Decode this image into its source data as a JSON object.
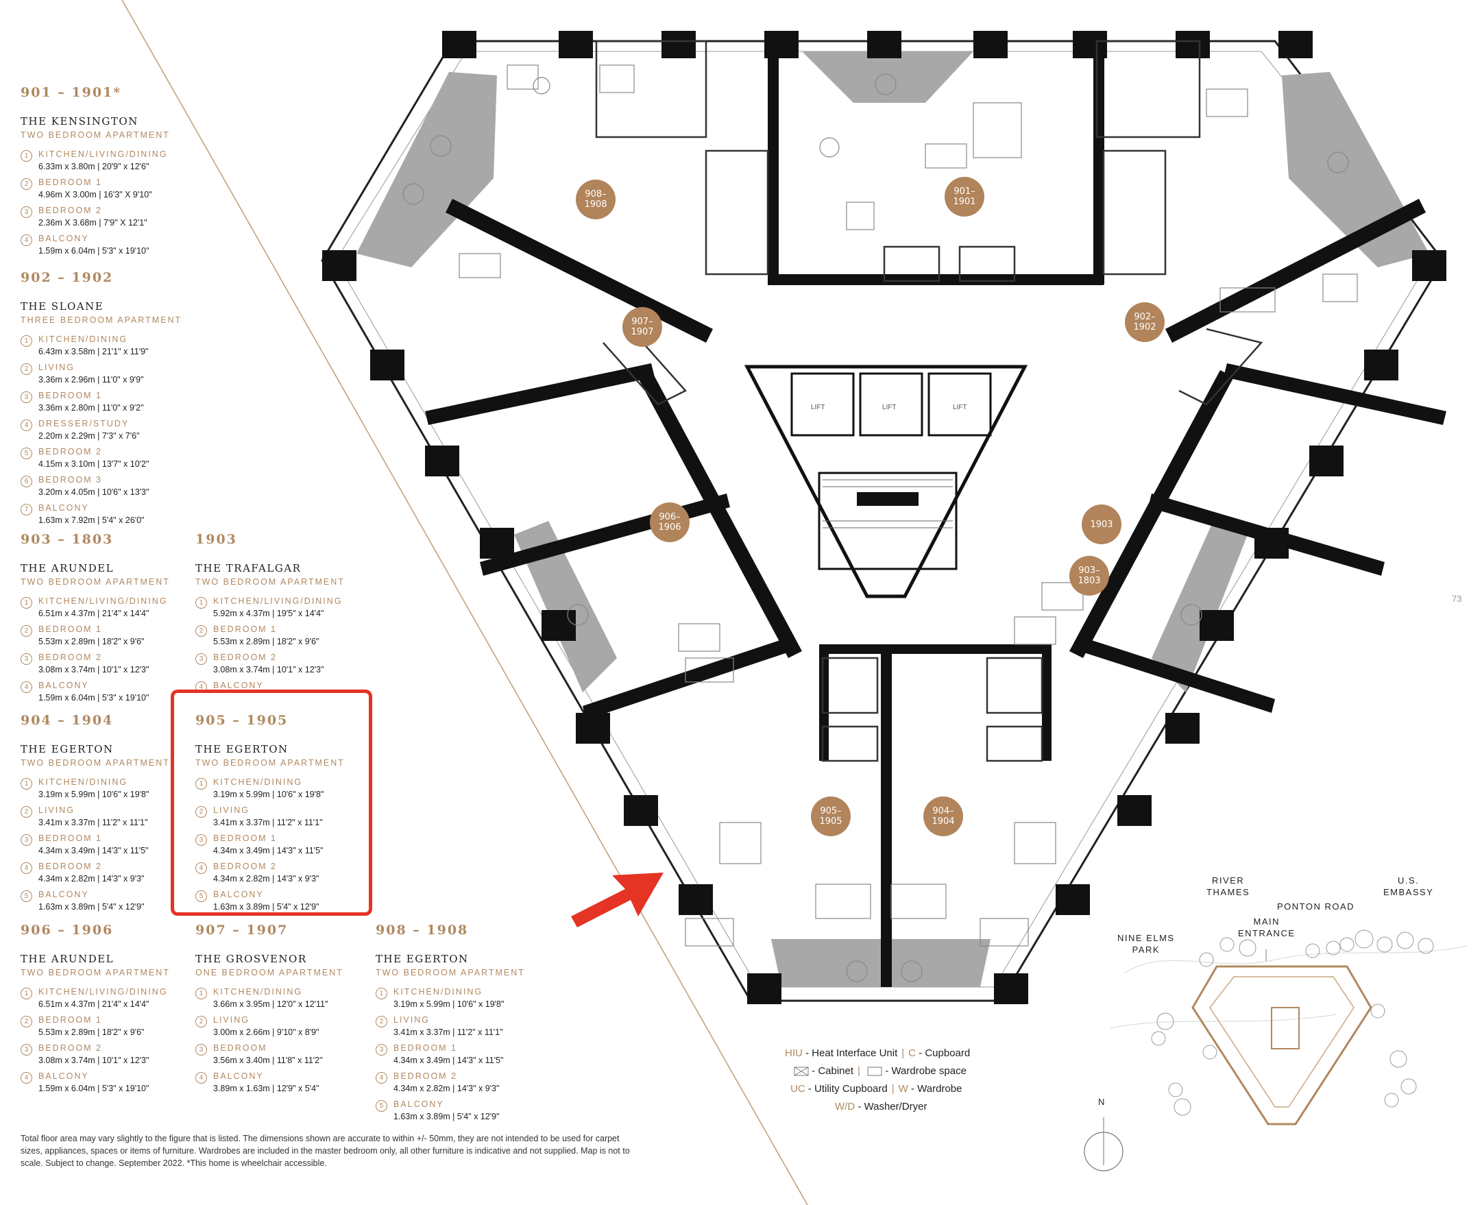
{
  "colors": {
    "accent": "#b08860",
    "badge": "#b1845b",
    "highlight": "#e53324",
    "balcony": "#a8a8a8",
    "wall": "#111111"
  },
  "units": [
    {
      "range": "901 – 1901*",
      "name": "THE KENSINGTON",
      "type": "TWO BEDROOM APARTMENT",
      "rooms": [
        {
          "num": "1",
          "label": "KITCHEN/LIVING/DINING",
          "dims": "6.33m x 3.80m  |  20'9\" x 12'6\""
        },
        {
          "num": "2",
          "label": "BEDROOM 1",
          "dims": "4.96m X 3.00m  |  16'3\" X 9'10\""
        },
        {
          "num": "3",
          "label": "BEDROOM 2",
          "dims": "2.36m X 3.68m  |  7'9\" X 12'1\""
        },
        {
          "num": "4",
          "label": "BALCONY",
          "dims": "1.59m x 6.04m  |  5'3\" x 19'10\""
        }
      ]
    },
    {
      "range": "902 – 1902",
      "name": "THE SLOANE",
      "type": "THREE BEDROOM APARTMENT",
      "rooms": [
        {
          "num": "1",
          "label": "KITCHEN/DINING",
          "dims": "6.43m x 3.58m  |  21'1\" x 11'9\""
        },
        {
          "num": "2",
          "label": "LIVING",
          "dims": "3.36m x 2.96m  |  11'0\" x 9'9\""
        },
        {
          "num": "3",
          "label": "BEDROOM 1",
          "dims": "3.36m x 2.80m  |  11'0\" x 9'2\""
        },
        {
          "num": "4",
          "label": "DRESSER/STUDY",
          "dims": "2.20m x 2.29m  |  7'3\" x 7'6\""
        },
        {
          "num": "5",
          "label": "BEDROOM 2",
          "dims": "4.15m x 3.10m  |  13'7\" x 10'2\""
        },
        {
          "num": "6",
          "label": "BEDROOM 3",
          "dims": "3.20m x 4.05m  |  10'6\" x 13'3\""
        },
        {
          "num": "7",
          "label": "BALCONY",
          "dims": "1.63m x 7.92m  |  5'4\" x 26'0\""
        }
      ]
    },
    {
      "range": "903 – 1803",
      "name": "THE ARUNDEL",
      "type": "TWO BEDROOM APARTMENT",
      "rooms": [
        {
          "num": "1",
          "label": "KITCHEN/LIVING/DINING",
          "dims": "6.51m x 4.37m  |  21'4\" x 14'4\""
        },
        {
          "num": "2",
          "label": "BEDROOM 1",
          "dims": "5.53m x 2.89m  |  18'2\" x 9'6\""
        },
        {
          "num": "3",
          "label": "BEDROOM 2",
          "dims": "3.08m x 3.74m  |  10'1\" x 12'3\""
        },
        {
          "num": "4",
          "label": "BALCONY",
          "dims": "1.59m x 6.04m  |  5'3\" x 19'10\""
        }
      ]
    },
    {
      "range": "1903",
      "name": "THE TRAFALGAR",
      "type": "TWO BEDROOM APARTMENT",
      "rooms": [
        {
          "num": "1",
          "label": "KITCHEN/LIVING/DINING",
          "dims": "5.92m x 4.37m  |  19'5\" x 14'4\""
        },
        {
          "num": "2",
          "label": "BEDROOM 1",
          "dims": "5.53m x 2.89m  |  18'2\" x 9'6\""
        },
        {
          "num": "3",
          "label": "BEDROOM 2",
          "dims": "3.08m x 3.74m  |  10'1\" x 12'3\""
        },
        {
          "num": "4",
          "label": "BALCONY",
          "dims": ""
        }
      ]
    },
    {
      "range": "904 – 1904",
      "name": "THE EGERTON",
      "type": "TWO BEDROOM APARTMENT",
      "rooms": [
        {
          "num": "1",
          "label": "KITCHEN/DINING",
          "dims": "3.19m x 5.99m  |  10'6\" x 19'8\""
        },
        {
          "num": "2",
          "label": "LIVING",
          "dims": "3.41m x 3.37m  |  11'2\" x 11'1\""
        },
        {
          "num": "3",
          "label": "BEDROOM 1",
          "dims": "4.34m x 3.49m  |  14'3\" x 11'5\""
        },
        {
          "num": "4",
          "label": "BEDROOM 2",
          "dims": "4.34m x 2.82m  |  14'3\" x 9'3\""
        },
        {
          "num": "5",
          "label": "BALCONY",
          "dims": "1.63m x 3.89m  |  5'4\" x 12'9\""
        }
      ]
    },
    {
      "range": "905 – 1905",
      "name": "THE EGERTON",
      "type": "TWO BEDROOM APARTMENT",
      "rooms": [
        {
          "num": "1",
          "label": "KITCHEN/DINING",
          "dims": "3.19m x 5.99m  |  10'6\" x 19'8\""
        },
        {
          "num": "2",
          "label": "LIVING",
          "dims": "3.41m x 3.37m  |  11'2\" x 11'1\""
        },
        {
          "num": "3",
          "label": "BEDROOM 1",
          "dims": "4.34m x 3.49m  |  14'3\" x 11'5\""
        },
        {
          "num": "4",
          "label": "BEDROOM 2",
          "dims": "4.34m x 2.82m  |  14'3\" x 9'3\""
        },
        {
          "num": "5",
          "label": "BALCONY",
          "dims": "1.63m x 3.89m  |  5'4\" x 12'9\""
        }
      ]
    },
    {
      "range": "906 – 1906",
      "name": "THE ARUNDEL",
      "type": "TWO BEDROOM APARTMENT",
      "rooms": [
        {
          "num": "1",
          "label": "KITCHEN/LIVING/DINING",
          "dims": "6.51m x 4.37m  |  21'4\" x 14'4\""
        },
        {
          "num": "2",
          "label": "BEDROOM 1",
          "dims": "5.53m x 2.89m  |  18'2\" x 9'6\""
        },
        {
          "num": "3",
          "label": "BEDROOM 2",
          "dims": "3.08m x 3.74m  |  10'1\" x 12'3\""
        },
        {
          "num": "4",
          "label": "BALCONY",
          "dims": "1.59m x 6.04m  |  5'3\" x 19'10\""
        }
      ]
    },
    {
      "range": "907 – 1907",
      "name": "THE GROSVENOR",
      "type": "ONE BEDROOM APARTMENT",
      "rooms": [
        {
          "num": "1",
          "label": "KITCHEN/DINING",
          "dims": "3.66m x 3.95m  |  12'0\" x 12'11\""
        },
        {
          "num": "2",
          "label": "LIVING",
          "dims": "3.00m x 2.66m  |  9'10\" x 8'9\""
        },
        {
          "num": "3",
          "label": "BEDROOM",
          "dims": "3.56m x 3.40m  |  11'8\" x 11'2\""
        },
        {
          "num": "4",
          "label": "BALCONY",
          "dims": "3.89m x 1.63m  |  12'9\" x 5'4\""
        }
      ]
    },
    {
      "range": "908 – 1908",
      "name": "THE EGERTON",
      "type": "TWO BEDROOM APARTMENT",
      "rooms": [
        {
          "num": "1",
          "label": "KITCHEN/DINING",
          "dims": "3.19m x 5.99m  |  10'6\" x 19'8\""
        },
        {
          "num": "2",
          "label": "LIVING",
          "dims": "3.41m x 3.37m  |  11'2\" x 11'1\""
        },
        {
          "num": "3",
          "label": "BEDROOM 1",
          "dims": "4.34m x 3.49m  |  14'3\" x 11'5\""
        },
        {
          "num": "4",
          "label": "BEDROOM 2",
          "dims": "4.34m x 2.82m  |  14'3\" x 9'3\""
        },
        {
          "num": "5",
          "label": "BALCONY",
          "dims": "1.63m x 3.89m  |  5'4\" x 12'9\""
        }
      ]
    }
  ],
  "footnote": "Total floor area may vary slightly to the figure that is listed. The dimensions shown are accurate to within +/- 50mm, they are not intended to be used for carpet sizes, appliances, spaces or items of furniture. Wardrobes are included in the master bedroom only, all other furniture is indicative and not supplied. Map is not to scale. Subject to change. September 2022. *This home is wheelchair accessible.",
  "page_number": "73",
  "plan_badges": [
    {
      "top": "908–",
      "bottom": "1908"
    },
    {
      "top": "901–",
      "bottom": "1901"
    },
    {
      "top": "907–",
      "bottom": "1907"
    },
    {
      "top": "902–",
      "bottom": "1902"
    },
    {
      "top": "906–",
      "bottom": "1906"
    },
    {
      "top": "1903",
      "bottom": ""
    },
    {
      "top": "903–",
      "bottom": "1803"
    },
    {
      "top": "905–",
      "bottom": "1905"
    },
    {
      "top": "904–",
      "bottom": "1904"
    }
  ],
  "lift_label": "LIFT",
  "legend": {
    "hiu": "HIU",
    "hiu_text": "- Heat Interface Unit",
    "c": "C",
    "c_text": "- Cupboard",
    "cabinet_text": "- Cabinet",
    "wardrobe_space_text": "- Wardrobe space",
    "uc": "UC",
    "uc_text": "- Utility Cupboard",
    "w": "W",
    "w_text": "- Wardrobe",
    "wd": "W/D",
    "wd_text": "- Washer/Dryer"
  },
  "map": {
    "river": "RIVER\nTHAMES",
    "embassy": "U.S.\nEMBASSY",
    "ponton": "PONTON ROAD",
    "entrance": "MAIN\nENTRANCE",
    "park": "NINE ELMS\nPARK",
    "north": "N"
  }
}
